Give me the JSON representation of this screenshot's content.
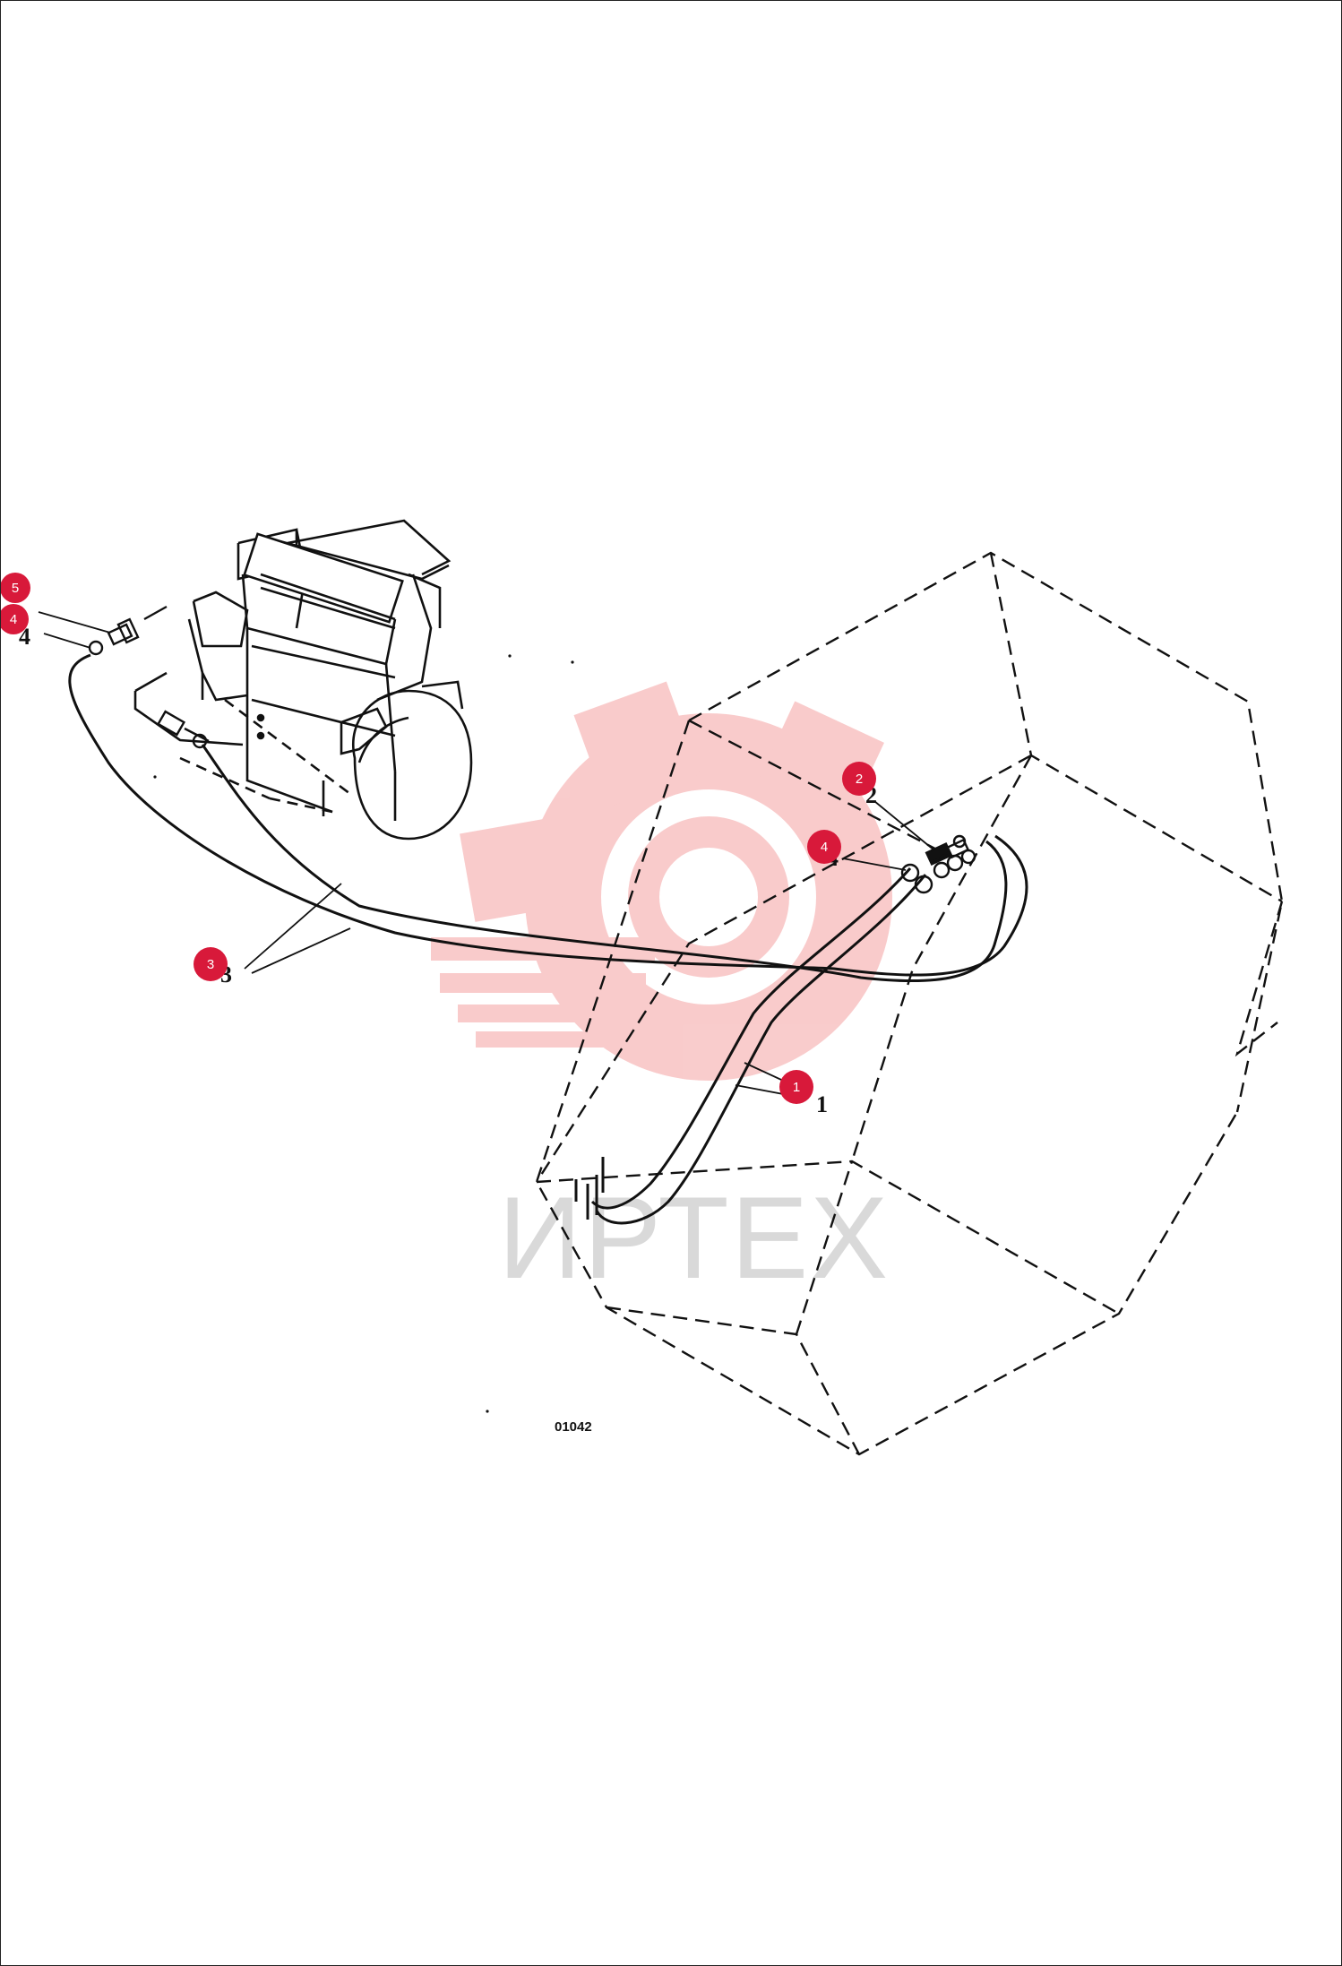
{
  "drawing_number": "01042",
  "watermark": {
    "text": "ИРТЕХ",
    "gear_color": "#f9c9c9",
    "text_color": "#d9d9d9"
  },
  "callout_color": "#d8193a",
  "callouts": [
    {
      "id": "5",
      "label": "5"
    },
    {
      "id": "4a",
      "label": "4"
    },
    {
      "id": "2",
      "label": "2"
    },
    {
      "id": "4b",
      "label": "4"
    },
    {
      "id": "3",
      "label": "3"
    },
    {
      "id": "1",
      "label": "1"
    }
  ],
  "part_numbers": [
    {
      "id": "4-left",
      "label": "4"
    },
    {
      "id": "2",
      "label": "2"
    },
    {
      "id": "4-right",
      "label": "4"
    },
    {
      "id": "3",
      "label": "3"
    },
    {
      "id": "1",
      "label": "1"
    }
  ]
}
